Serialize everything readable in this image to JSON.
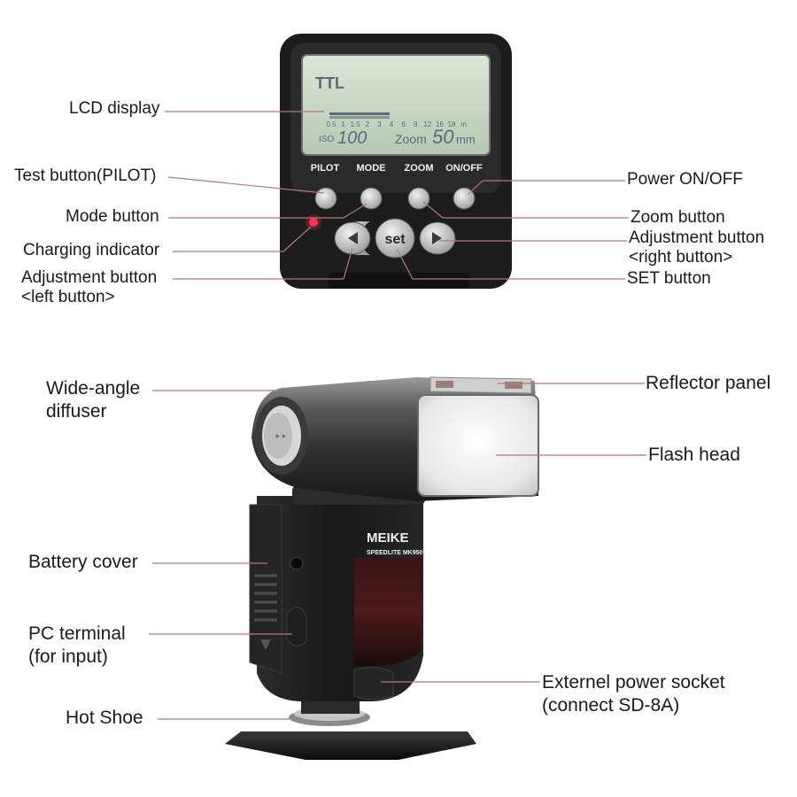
{
  "top_panel": {
    "lcd": {
      "mode": "TTL",
      "distance_scale": [
        "0.5",
        "1",
        "1.5",
        "2",
        "3",
        "4",
        "6",
        "8",
        "12",
        "16",
        "18",
        "m"
      ],
      "iso_label": "ISO",
      "iso_value": "100",
      "zoom_label": "Zoom",
      "zoom_value": "50",
      "zoom_unit": "mm"
    },
    "buttons": {
      "pilot": "PILOT",
      "mode": "MODE",
      "zoom": "ZOOM",
      "on_off": "ON/OFF",
      "set": "set"
    },
    "callouts": {
      "lcd_display": "LCD display",
      "test_button": "Test button(PILOT)",
      "mode_button": "Mode button",
      "charging_indicator": "Charging indicator",
      "adjust_left_1": "Adjustment button",
      "adjust_left_2": "<left button>",
      "power": "Power ON/OFF",
      "zoom_button": "Zoom button",
      "adjust_right_1": "Adjustment button",
      "adjust_right_2": "<right button>",
      "set_button": "SET button"
    }
  },
  "bottom_panel": {
    "brand": "MEIKE",
    "model": "SPEEDLITE MK950",
    "callouts": {
      "wide_angle_1": "Wide-angle",
      "wide_angle_2": "diffuser",
      "reflector": "Reflector panel",
      "flash_head": "Flash head",
      "battery_cover": "Battery cover",
      "pc_terminal_1": "PC terminal",
      "pc_terminal_2": "(for input)",
      "ext_power_1": "Externel power socket",
      "ext_power_2": "(connect SD-8A)",
      "hot_shoe": "Hot Shoe"
    }
  },
  "colors": {
    "leader_line": "#b07a7a",
    "led": "#ff3355",
    "lcd": "#c9d8c4",
    "body": "#1b1b1b"
  }
}
